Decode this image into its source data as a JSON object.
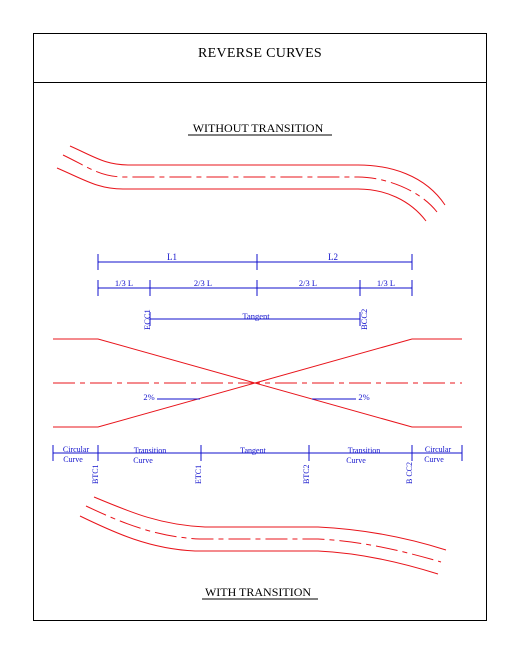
{
  "title": "REVERSE CURVES",
  "section_top": "WITHOUT TRANSITION",
  "section_bottom": "WITH TRANSITION",
  "dims": {
    "L1": "L1",
    "L2": "L2",
    "third_left": "1/3 L",
    "two_third_left": "2/3 L",
    "two_third_right": "2/3 L",
    "third_right": "1/3 L"
  },
  "points": {
    "ecc1": "ECC1",
    "bcc2": "BCC2",
    "tangent_top": "Tangent",
    "grade_left": "2%",
    "grade_right": "2%"
  },
  "bottom_segments": {
    "circular_left": [
      "Circular",
      "Curve"
    ],
    "transition_left": [
      "Transition",
      "Curve"
    ],
    "tangent": "Tangent",
    "transition_right": [
      "Transition",
      "Curve"
    ],
    "circular_right": [
      "Circular",
      "Curve"
    ]
  },
  "bottom_points": {
    "btc1": "BTC1",
    "etc1": "ETC1",
    "btc2": "BTC2",
    "bcc2": "B CC2"
  },
  "colors": {
    "lines": "#e8141b",
    "dimensions": "#1111cc",
    "frame": "#000000"
  }
}
